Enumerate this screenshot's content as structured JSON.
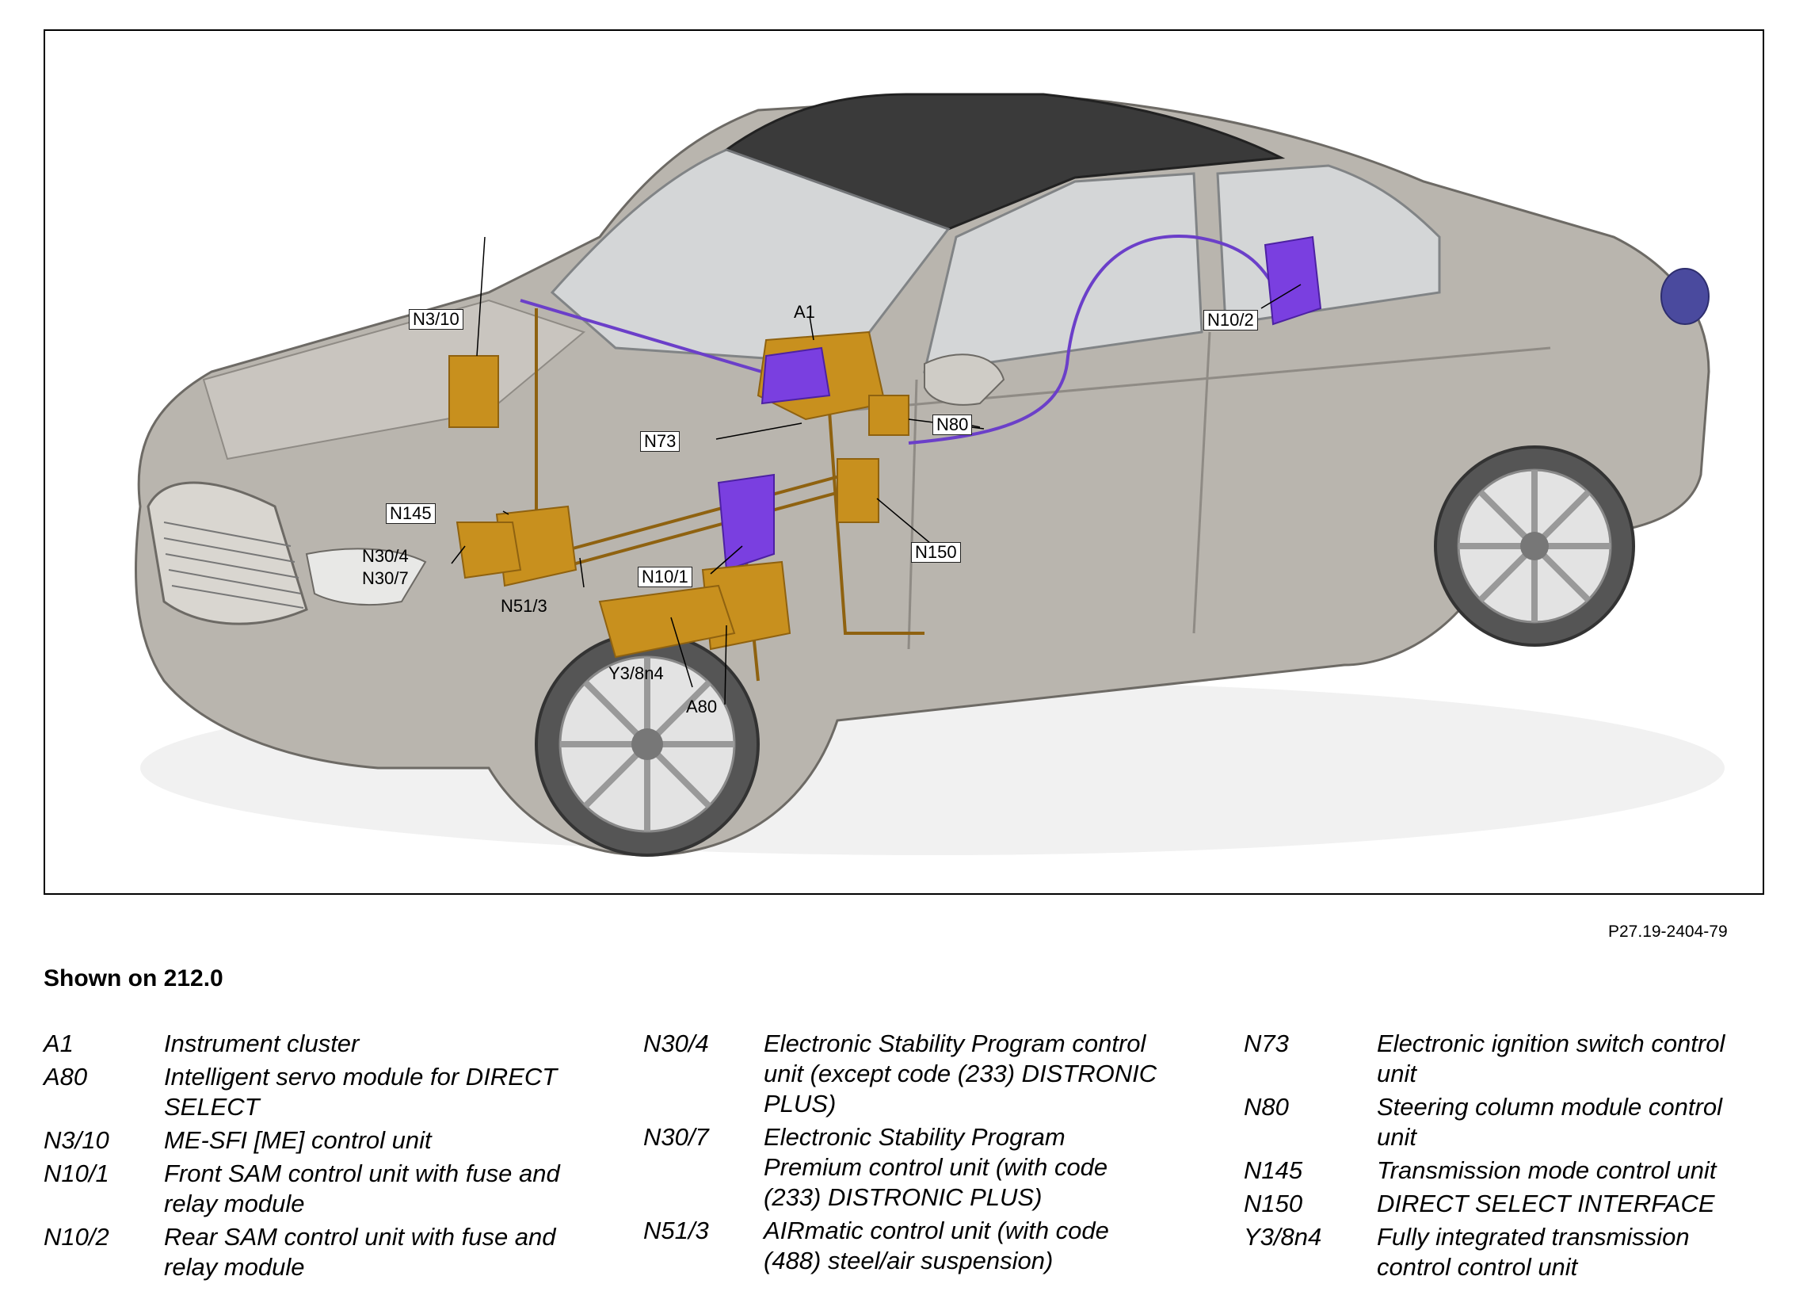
{
  "figure": {
    "code": "P27.19-2404-79",
    "callouts": {
      "n3_10": "N3/10",
      "a1": "A1",
      "n10_2": "N10/2",
      "n80": "N80",
      "n73": "N73",
      "n145": "N145",
      "n30_4": "N30/4",
      "n30_7": "N30/7",
      "n51_3": "N51/3",
      "n10_1": "N10/1",
      "n150": "N150",
      "y3_8n4": "Y3/8n4",
      "a80": "A80"
    },
    "colors": {
      "body": "#b9b5ae",
      "body_dark": "#8f8b85",
      "glass": "#d7dadc",
      "roof": "#3a3a3a",
      "component": "#c8901e",
      "component_dark": "#8f6210",
      "can_line": "#6b3fc9",
      "purple_unit": "#7a3fe0"
    }
  },
  "shown_on": "Shown on 212.0",
  "legend": {
    "col1": [
      {
        "code": "A1",
        "desc": "Instrument cluster"
      },
      {
        "code": "A80",
        "desc": "Intelligent servo module for DIRECT SELECT"
      },
      {
        "code": "N3/10",
        "desc": "ME-SFI [ME] control unit"
      },
      {
        "code": "N10/1",
        "desc": "Front SAM control unit with fuse and relay module"
      },
      {
        "code": "N10/2",
        "desc": "Rear SAM control unit with fuse and relay module"
      }
    ],
    "col2": [
      {
        "code": "N30/4",
        "desc": "Electronic Stability Program control unit (except code (233) DISTRONIC PLUS)"
      },
      {
        "code": "N30/7",
        "desc": "Electronic Stability Program Premium control unit (with code (233) DISTRONIC PLUS)"
      },
      {
        "code": "N51/3",
        "desc": "AIRmatic control unit (with code (488) steel/air suspension)"
      }
    ],
    "col3": [
      {
        "code": "N73",
        "desc": "Electronic ignition switch control unit"
      },
      {
        "code": "N80",
        "desc": "Steering column module control unit"
      },
      {
        "code": "N145",
        "desc": "Transmission mode control unit"
      },
      {
        "code": "N150",
        "desc": "DIRECT SELECT INTERFACE"
      },
      {
        "code": "Y3/8n4",
        "desc": "Fully integrated transmission control control unit"
      }
    ]
  }
}
